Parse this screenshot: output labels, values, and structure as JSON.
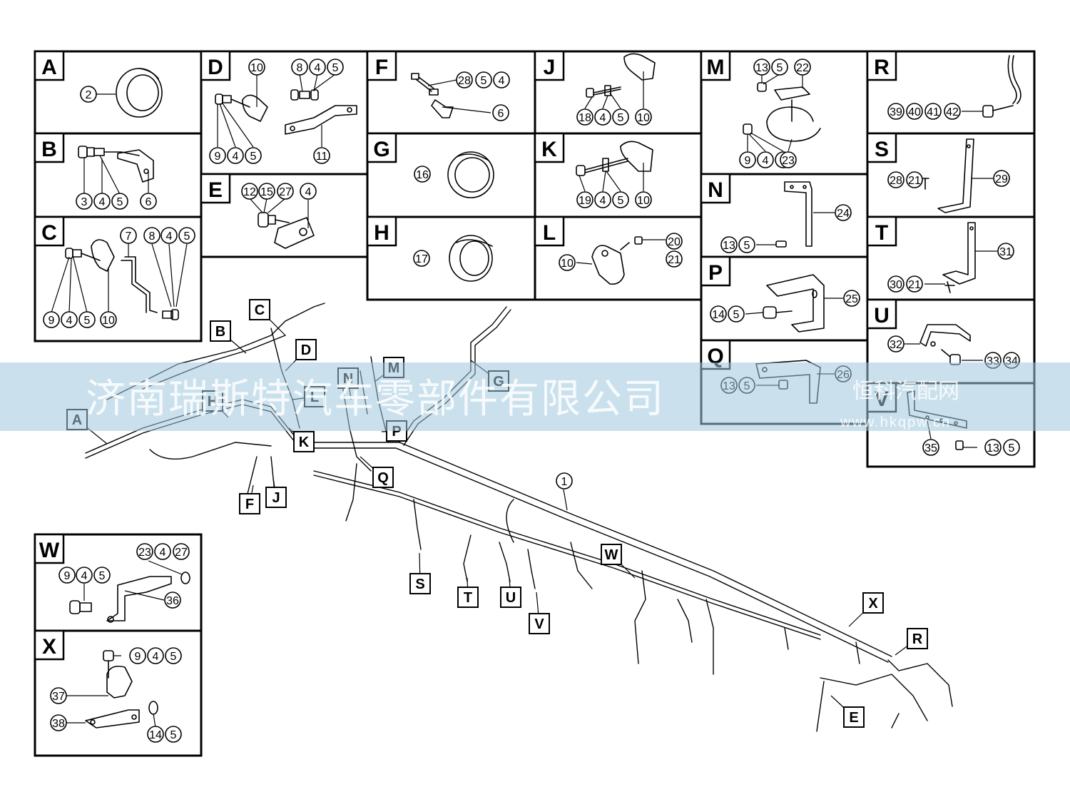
{
  "panels": [
    {
      "letter": "A",
      "parts": [
        "2"
      ]
    },
    {
      "letter": "B",
      "parts": [
        "3",
        "4",
        "5",
        "6"
      ]
    },
    {
      "letter": "C",
      "parts": [
        "7",
        "8",
        "4",
        "5",
        "9",
        "4",
        "5",
        "10"
      ]
    },
    {
      "letter": "D",
      "parts": [
        "10",
        "8",
        "4",
        "5",
        "9",
        "4",
        "5",
        "11"
      ]
    },
    {
      "letter": "E",
      "parts": [
        "12",
        "15",
        "27",
        "4"
      ]
    },
    {
      "letter": "F",
      "parts": [
        "28",
        "5",
        "4",
        "6"
      ]
    },
    {
      "letter": "G",
      "parts": [
        "16"
      ]
    },
    {
      "letter": "H",
      "parts": [
        "17"
      ]
    },
    {
      "letter": "J",
      "parts": [
        "18",
        "4",
        "5",
        "10"
      ]
    },
    {
      "letter": "K",
      "parts": [
        "19",
        "4",
        "5",
        "10"
      ]
    },
    {
      "letter": "L",
      "parts": [
        "10",
        "20",
        "21"
      ]
    },
    {
      "letter": "M",
      "parts": [
        "13",
        "5",
        "22",
        "9",
        "4",
        "5",
        "23"
      ]
    },
    {
      "letter": "N",
      "parts": [
        "13",
        "5",
        "24"
      ]
    },
    {
      "letter": "P",
      "parts": [
        "14",
        "5",
        "25"
      ]
    },
    {
      "letter": "Q",
      "parts": [
        "13",
        "5",
        "26"
      ]
    },
    {
      "letter": "R",
      "parts": [
        "39",
        "40",
        "41",
        "42"
      ]
    },
    {
      "letter": "S",
      "parts": [
        "28",
        "21",
        "29"
      ]
    },
    {
      "letter": "T",
      "parts": [
        "30",
        "21",
        "31"
      ]
    },
    {
      "letter": "U",
      "parts": [
        "32",
        "33",
        "34"
      ]
    },
    {
      "letter": "V",
      "parts": [
        "35",
        "13",
        "5"
      ]
    },
    {
      "letter": "W",
      "parts": [
        "23",
        "4",
        "27",
        "9",
        "4",
        "5",
        "36"
      ]
    },
    {
      "letter": "X",
      "parts": [
        "9",
        "4",
        "5",
        "37",
        "38",
        "14",
        "5"
      ]
    }
  ],
  "main_part": "1",
  "callouts": [
    "A",
    "B",
    "C",
    "D",
    "G",
    "H",
    "L",
    "N",
    "M",
    "K",
    "P",
    "Q",
    "F",
    "J",
    "S",
    "T",
    "U",
    "V",
    "W",
    "X",
    "R",
    "E"
  ],
  "watermark": {
    "company": "济南瑞斯特汽车零部件有限公司",
    "site": "恒科汽配网",
    "url": "www.hkqpw.cn"
  },
  "colors": {
    "line": "#000000",
    "watermark_band": "#9ec9df"
  }
}
